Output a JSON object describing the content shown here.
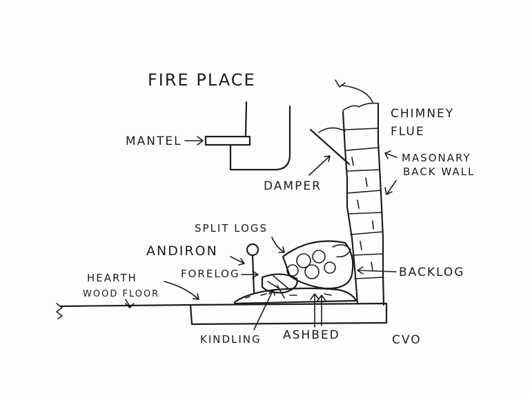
{
  "title": "FIRE PLACE",
  "labels": {
    "mantel": "MANTEL",
    "chimney": "CHIMNEY",
    "flue": "FLUE",
    "masonary_back_wall_line1": "MASONARY",
    "masonary_back_wall_line2": "BACK WALL",
    "damper": "DAMPER",
    "split_logs": "SPLIT LOGS",
    "andiron": "ANDIRON",
    "forelog": "FORELOG",
    "backlog": "BACKLOG",
    "hearth": "HEARTH",
    "wood_floor": "WOOD FLOOR",
    "kindling": "KINDLING",
    "ashbed": "ASHBED",
    "signature": "CVO"
  }
}
